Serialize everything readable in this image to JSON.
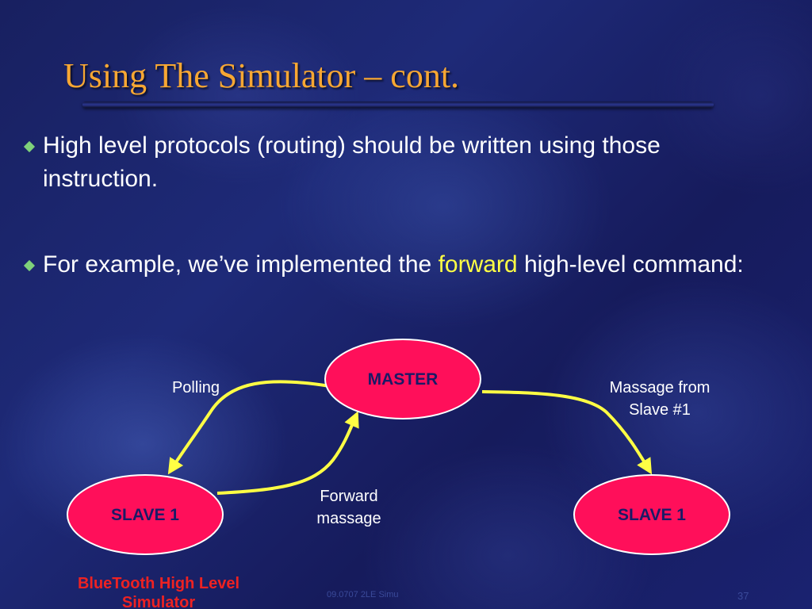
{
  "slide": {
    "title": "Using The Simulator – cont.",
    "bullets": [
      {
        "text": "High level protocols (routing) should be written using those instruction."
      },
      {
        "text_before": "For example, we’ve implemented the ",
        "highlight": "forward",
        "text_after": " high-level command:"
      }
    ]
  },
  "diagram": {
    "nodes": {
      "master": "MASTER",
      "slave_left": "SLAVE 1",
      "slave_right": "SLAVE 1"
    },
    "edge_labels": {
      "polling": "Polling",
      "message_from_line1": "Massage from",
      "message_from_line2": "Slave #1",
      "forward_line1": "Forward",
      "forward_line2": "massage"
    },
    "colors": {
      "node_fill": "#ff0f5a",
      "node_stroke": "#ffffff",
      "arrow": "#ffff44",
      "highlight": "#ffff44",
      "title": "#f7a733"
    }
  },
  "footer": {
    "course": "BlueTooth High Level Simulator",
    "center_text": "09.0707 2LE Simu",
    "page_number": "37"
  }
}
